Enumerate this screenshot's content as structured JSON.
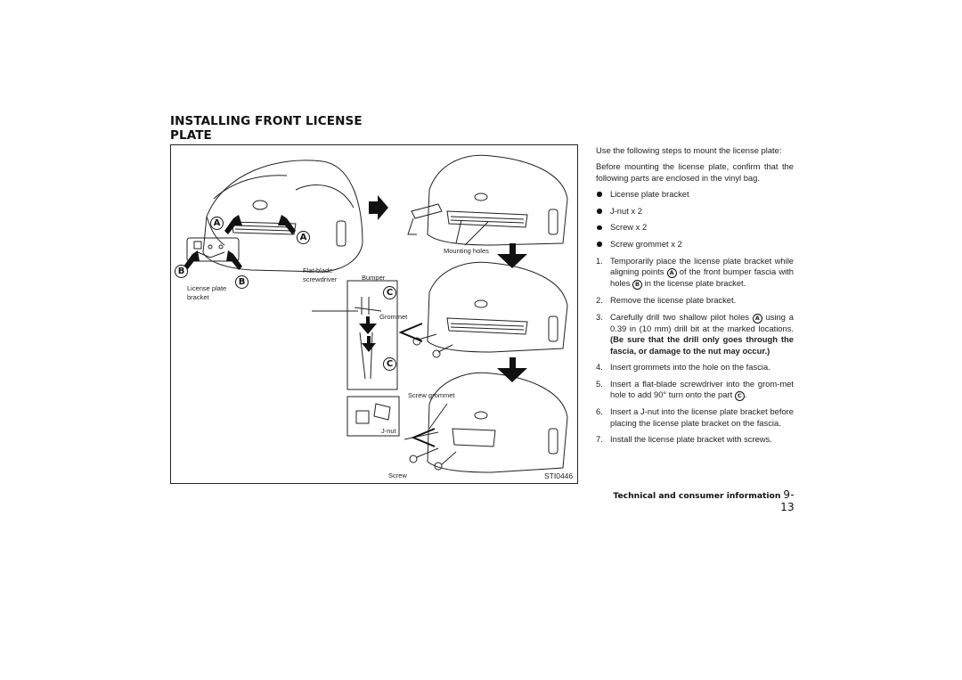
{
  "section": {
    "title_line1": "INSTALLING FRONT LICENSE",
    "title_line2": "PLATE"
  },
  "figure": {
    "labels": {
      "mounting_holes": "Mounting holes",
      "flat_blade_1": "Flat-blade",
      "flat_blade_2": "screwdriver",
      "bumper": "Bumper",
      "grommet": "Grommet",
      "screw_grommet": "Screw grommet",
      "license_plate_1": "License plate",
      "license_plate_2": "bracket",
      "j_nut": "J-nut",
      "screw": "Screw",
      "code": "STI0446"
    },
    "callouts": {
      "a": "A",
      "b": "B",
      "c": "C"
    }
  },
  "intro": "Use the following steps to mount the license plate:",
  "before": "Before mounting the license plate, confirm that the following parts are enclosed in the vinyl bag.",
  "parts": [
    "License plate bracket",
    "J-nut x 2",
    "Screw x 2",
    "Screw grommet x 2"
  ],
  "steps": {
    "s1": {
      "num": "1.",
      "text_a": "Temporarily place the license plate bracket while aligning points",
      "mark_a": "A",
      "text_b": "of the front bumper fascia with holes",
      "mark_b": "B",
      "text_c": "in the license plate bracket."
    },
    "s2": {
      "num": "2.",
      "text": "Remove the license plate bracket."
    },
    "s3": {
      "num": "3.",
      "text_a": "Carefully drill two shallow pilot holes",
      "mark_a": "A",
      "text_b": "using a 0.39 in (10 mm) drill bit at the marked locations.",
      "warning": "(Be sure that the drill only goes through the fascia, or damage to the nut may occur.)"
    },
    "s4": {
      "num": "4.",
      "text": "Insert grommets into the hole on the fascia."
    },
    "s5": {
      "num": "5.",
      "text_a": "Insert a flat-blade screwdriver into the grom-met hole to add 90° turn onto the part",
      "mark_c": "C",
      "text_b": "."
    },
    "s6": {
      "num": "6.",
      "text": "Insert a J-nut into the license plate bracket before placing the license plate bracket on the fascia."
    },
    "s7": {
      "num": "7.",
      "text": "Install the license plate bracket with screws."
    }
  },
  "footer": {
    "section_name": "Technical and consumer information",
    "page_number": "9-13"
  }
}
